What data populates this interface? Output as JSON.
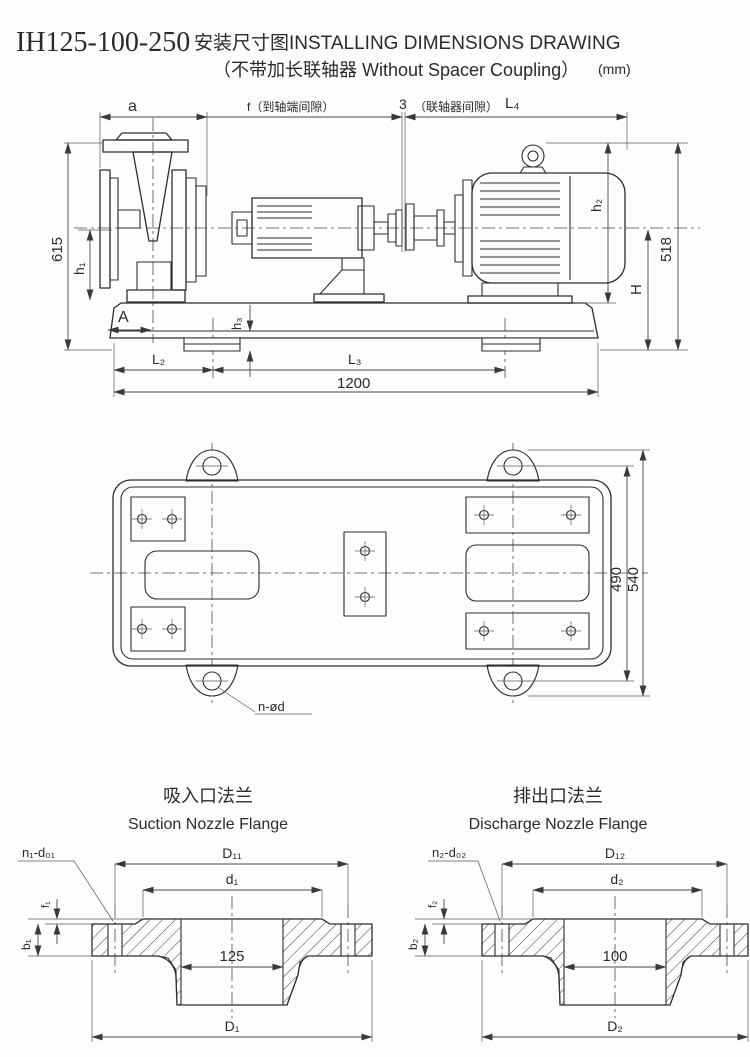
{
  "title": {
    "model": "IH125-100-250",
    "heading": "安装尺寸图INSTALLING DIMENSIONS DRAWING",
    "subtitle": "（不带加长联轴器 Without Spacer Coupling）",
    "unit": "(mm)"
  },
  "side_view": {
    "dims": {
      "a": "a",
      "f": "f（到轴端间隙）",
      "gap3": "3",
      "coupling_gap": "（联轴器间隙）",
      "L4": "L₄",
      "total_height": "615",
      "h1": "h₁",
      "h2": "h₂",
      "motor_height": "518",
      "H": "H",
      "A": "A",
      "h3": "h₃",
      "L2": "L₂",
      "L3": "L₃",
      "base_length": "1200"
    }
  },
  "top_view": {
    "dims": {
      "bolt_span": "490",
      "base_width": "540",
      "bolt_holes": "n-ød"
    }
  },
  "suction_flange": {
    "title_cn": "吸入口法兰",
    "title_en": "Suction Nozzle Flange",
    "dims": {
      "holes": "n₁-d₀₁",
      "D11": "D₁₁",
      "d1": "d₁",
      "f1": "f₁",
      "b1": "b₁",
      "bore": "125",
      "D1": "D₁"
    }
  },
  "discharge_flange": {
    "title_cn": "排出口法兰",
    "title_en": "Discharge Nozzle Flange",
    "dims": {
      "holes": "n₂-d₀₂",
      "D12": "D₁₂",
      "d2": "d₂",
      "f2": "f₂",
      "b2": "b₂",
      "bore": "100",
      "D2": "D₂"
    }
  }
}
